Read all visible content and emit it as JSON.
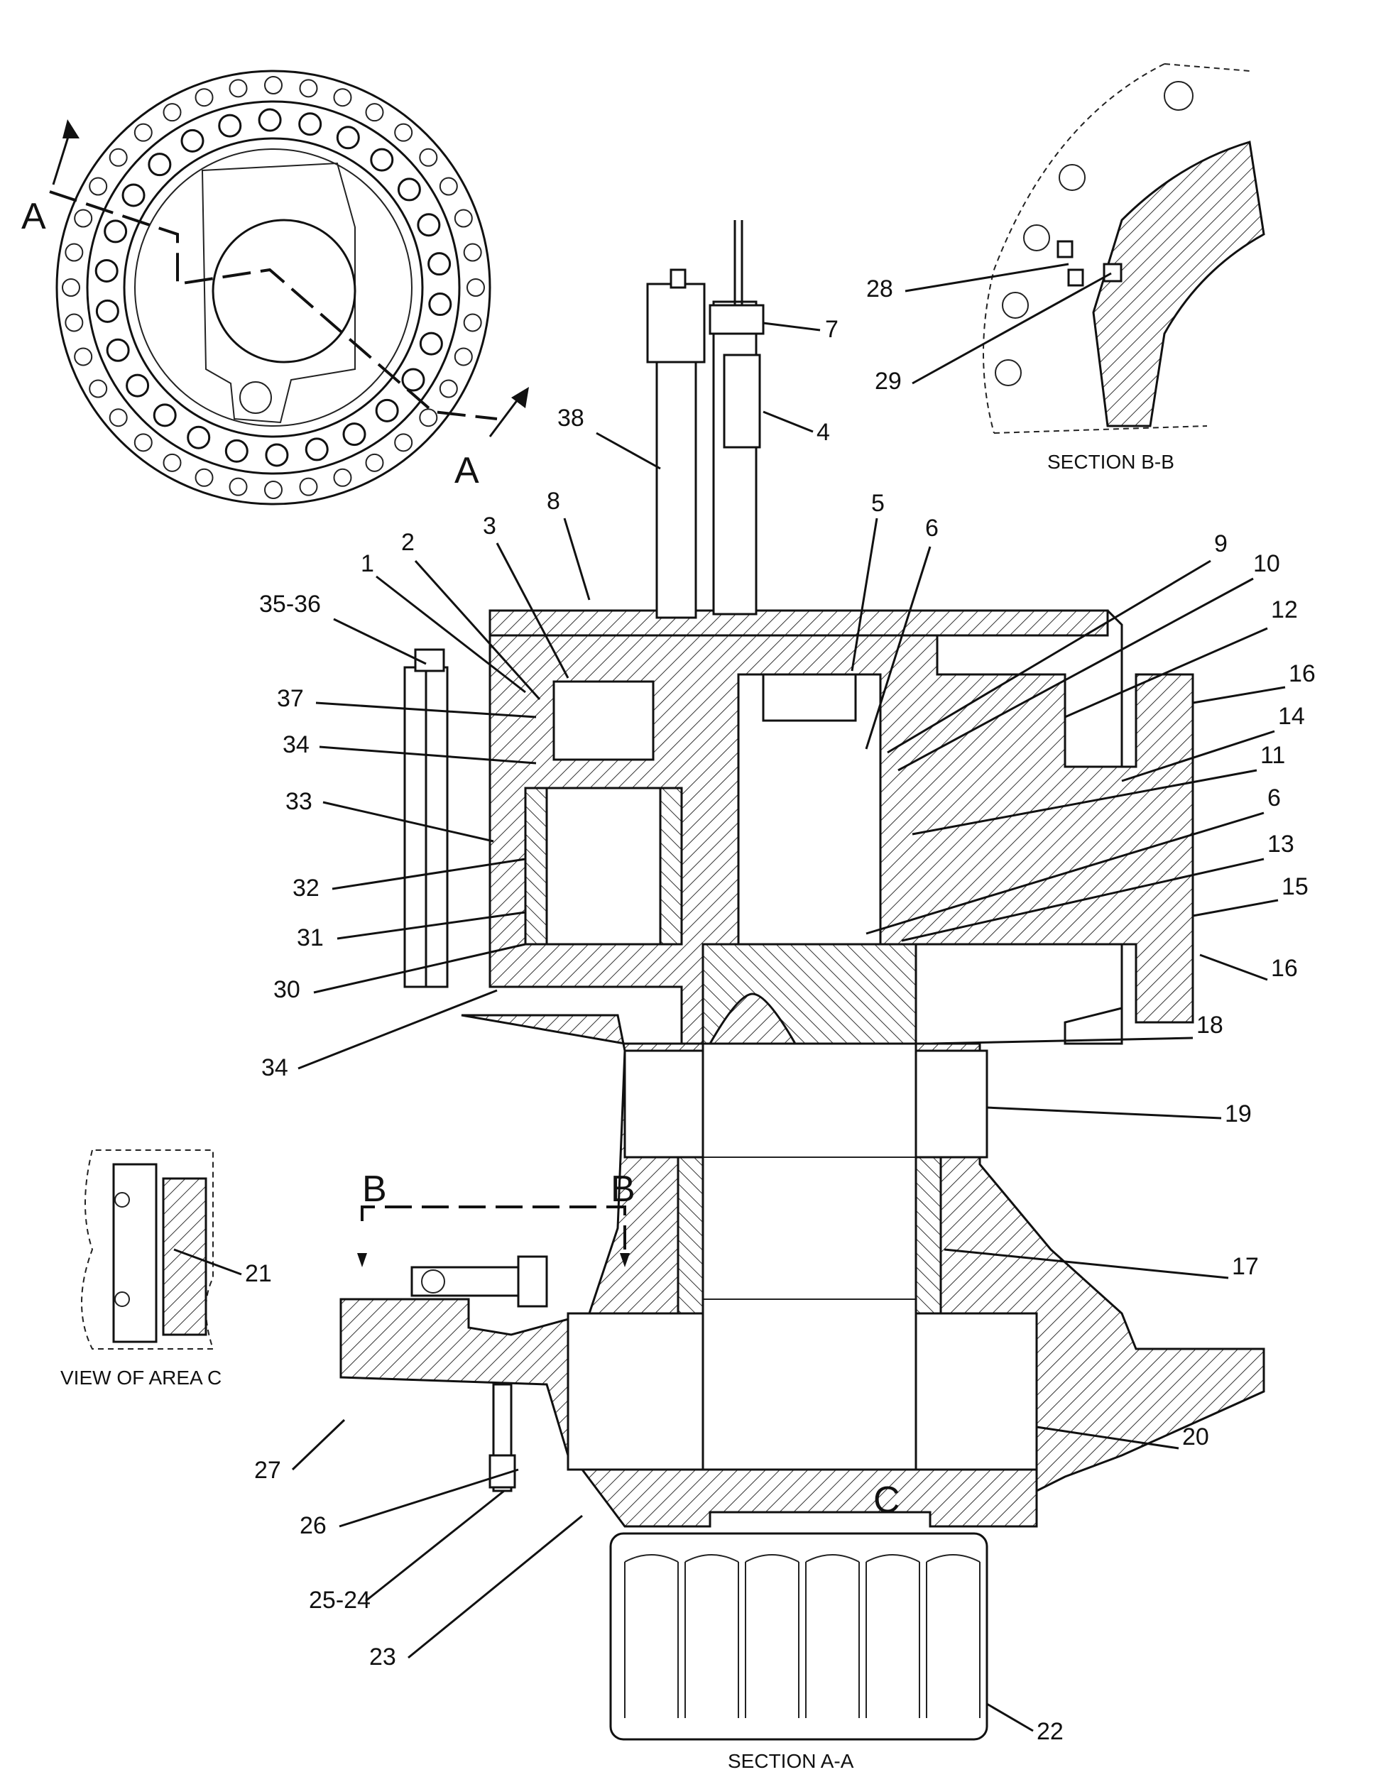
{
  "section_markers": {
    "a_left": "A",
    "a_right": "A",
    "b_left": "B",
    "b_right": "B",
    "area_c": "C"
  },
  "captions": {
    "section_bb": "SECTION B-B",
    "view_area_c": "VIEW OF AREA C",
    "section_aa": "SECTION A-A"
  },
  "callouts": [
    "1",
    "2",
    "3",
    "4",
    "5",
    "6",
    "7",
    "8",
    "9",
    "10",
    "12",
    "16",
    "14",
    "11",
    "6",
    "13",
    "15",
    "16",
    "18",
    "19",
    "17",
    "20",
    "22",
    "23",
    "25-24",
    "26",
    "27",
    "21",
    "34",
    "30",
    "31",
    "32",
    "33",
    "34",
    "37",
    "35-36",
    "38",
    "28",
    "29"
  ]
}
